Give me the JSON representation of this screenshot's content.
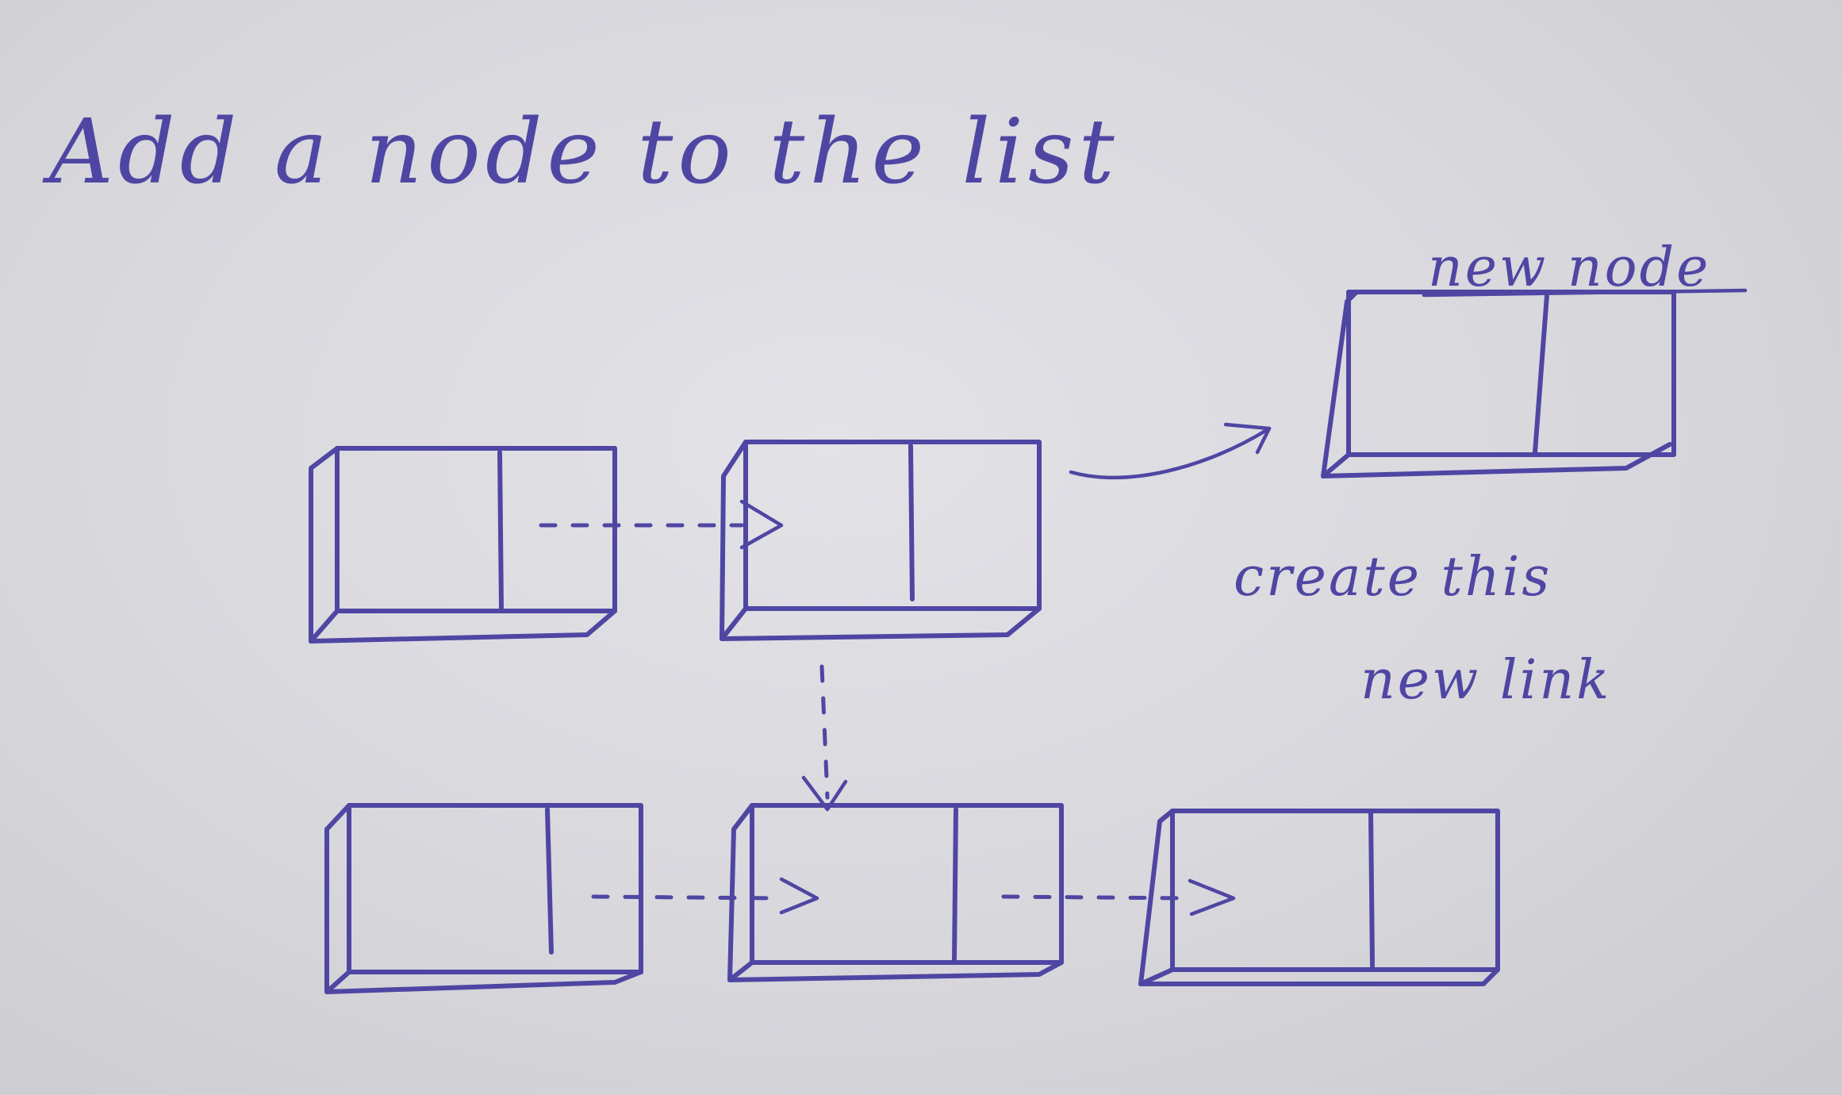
{
  "title": "Add a node to the list",
  "new_node_label": "new node",
  "new_link_label_line1": "create this",
  "new_link_label_line2": "new link",
  "ink_color": "#4f46a3",
  "paper_color": "#d9d8dd"
}
